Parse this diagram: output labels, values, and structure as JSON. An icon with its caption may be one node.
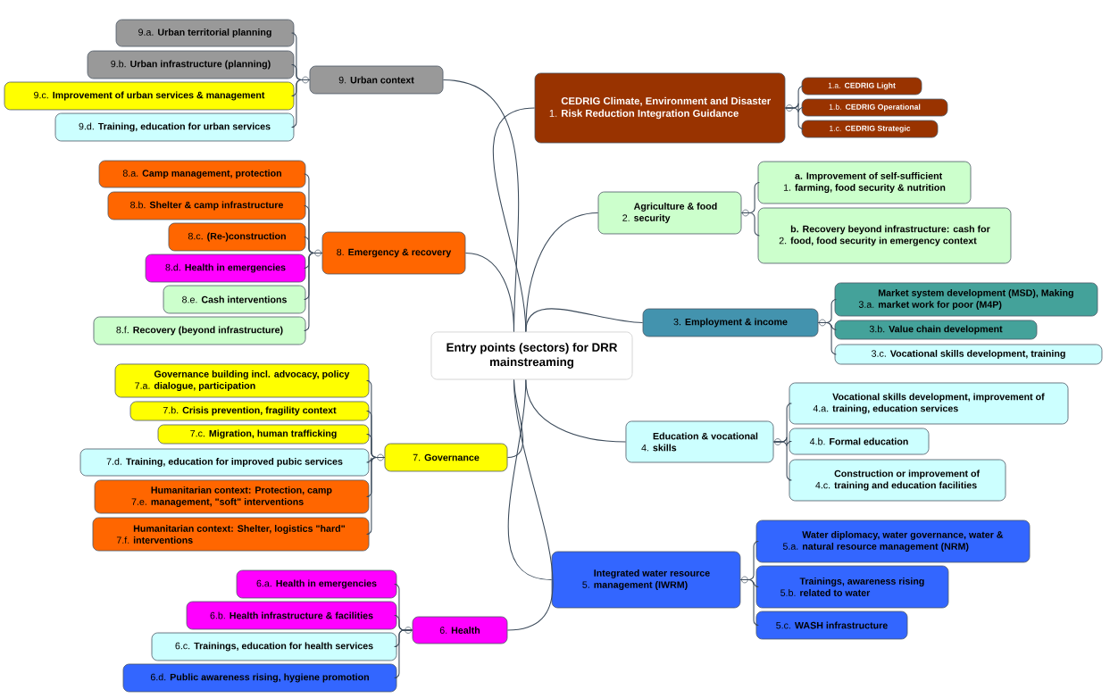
{
  "diagram": {
    "nodes": [
      {
        "text": [
          "Entry points (sectors) for DRR mainstreaming"
        ]
      },
      {
        "text": [
          "1.",
          "CEDRIG Climate, Environment and Disaster Risk Reduction Integration Guidance"
        ]
      },
      {
        "text": [
          "1.a.",
          "CEDRIG Light"
        ]
      },
      {
        "text": [
          "1.b.",
          "CEDRIG Operational"
        ]
      },
      {
        "text": [
          "1.c.",
          "CEDRIG Strategic"
        ]
      },
      {
        "text": [
          "2.",
          "Agriculture & food security"
        ]
      },
      {
        "text": [
          "1.",
          "a. Improvement of self-sufficient farming, food security & nutrition"
        ]
      },
      {
        "text": [
          "2.",
          "b. Recovery beyond infrastructure: cash for food, food security in emergency context"
        ]
      },
      {
        "text": [
          "3.",
          "Employment & income"
        ]
      },
      {
        "text": [
          "3.a.",
          "Market system development (MSD), Making market work for poor (M4P)"
        ]
      },
      {
        "text": [
          "3.b.",
          "Value chain development"
        ]
      },
      {
        "text": [
          "3.c.",
          "Vocational skills development, training"
        ]
      },
      {
        "text": [
          "4.",
          "Education & vocational skills"
        ]
      },
      {
        "text": [
          "4.a.",
          "Vocational skills development, improvement of training, education services"
        ]
      },
      {
        "text": [
          "4.b.",
          "Formal education"
        ]
      },
      {
        "text": [
          "4.c.",
          "Construction or improvement of training and education facilities"
        ]
      },
      {
        "text": [
          "5.",
          "Integrated water resource management (IWRM)"
        ]
      },
      {
        "text": [
          "5.a.",
          "Water diplomacy, water governance, water & natural resource management (NRM)"
        ]
      },
      {
        "text": [
          "5.b.",
          "Trainings, awareness rising related to water"
        ]
      },
      {
        "text": [
          "5.c.",
          "WASH infrastructure"
        ]
      },
      {
        "text": [
          "6.",
          "Health"
        ]
      },
      {
        "text": [
          "6.a.",
          "Health in emergencies"
        ]
      },
      {
        "text": [
          "6.b.",
          "Health infrastructure & facilities"
        ]
      },
      {
        "text": [
          "6.c.",
          "Trainings, education for health services"
        ]
      },
      {
        "text": [
          "6.d.",
          "Public awareness rising, hygiene promotion"
        ]
      },
      {
        "text": [
          "7.",
          "Governance"
        ]
      },
      {
        "text": [
          "7.a.",
          "Governance building incl. advocacy, policy dialogue, participation"
        ]
      },
      {
        "text": [
          "7.b.",
          "Crisis prevention, fragility context"
        ]
      },
      {
        "text": [
          "7.c.",
          "Migration, human trafficking"
        ]
      },
      {
        "text": [
          "7.d.",
          "Training, education for improved pubic services"
        ]
      },
      {
        "text": [
          "7.e.",
          "Humanitarian context: Protection, camp management, \"soft\" interventions"
        ]
      },
      {
        "text": [
          "7.f.",
          "Humanitarian context: Shelter, logistics \"hard\" interventions"
        ]
      },
      {
        "text": [
          "8.",
          "Emergency & recovery"
        ]
      },
      {
        "text": [
          "8.a.",
          "Camp management, protection"
        ]
      },
      {
        "text": [
          "8.b.",
          "Shelter & camp infrastructure"
        ]
      },
      {
        "text": [
          "8.c.",
          "(Re-)construction"
        ]
      },
      {
        "text": [
          "8.d.",
          "Health in emergencies"
        ]
      },
      {
        "text": [
          "8.e.",
          "Cash interventions"
        ]
      },
      {
        "text": [
          "8.f.",
          "Recovery (beyond infrastructure)"
        ]
      },
      {
        "text": [
          "9.",
          "Urban context"
        ]
      },
      {
        "text": [
          "9.a.",
          "Urban territorial planning"
        ]
      },
      {
        "text": [
          "9.b.",
          "Urban infrastructure (planning)"
        ]
      },
      {
        "text": [
          "9.c.",
          "Improvement of urban services & management"
        ]
      },
      {
        "text": [
          "9.d.",
          "Training, education for urban services"
        ]
      }
    ],
    "edges": [
      {
        "from": 0,
        "to": 1,
        "arrow": "none"
      },
      {
        "from": 1,
        "to": 2,
        "arrow": "none"
      },
      {
        "from": 1,
        "to": 3,
        "arrow": "none"
      },
      {
        "from": 1,
        "to": 4,
        "arrow": "none"
      },
      {
        "from": 0,
        "to": 5,
        "arrow": "none"
      },
      {
        "from": 5,
        "to": 6,
        "arrow": "none"
      },
      {
        "from": 5,
        "to": 7,
        "arrow": "none"
      },
      {
        "from": 0,
        "to": 8,
        "arrow": "none"
      },
      {
        "from": 8,
        "to": 9,
        "arrow": "none"
      },
      {
        "from": 8,
        "to": 10,
        "arrow": "none"
      },
      {
        "from": 8,
        "to": 11,
        "arrow": "none"
      },
      {
        "from": 0,
        "to": 12,
        "arrow": "none"
      },
      {
        "from": 12,
        "to": 13,
        "arrow": "none"
      },
      {
        "from": 12,
        "to": 14,
        "arrow": "none"
      },
      {
        "from": 12,
        "to": 15,
        "arrow": "none"
      },
      {
        "from": 0,
        "to": 16,
        "arrow": "none"
      },
      {
        "from": 16,
        "to": 17,
        "arrow": "none"
      },
      {
        "from": 16,
        "to": 18,
        "arrow": "none"
      },
      {
        "from": 16,
        "to": 19,
        "arrow": "none"
      },
      {
        "from": 0,
        "to": 20,
        "arrow": "none"
      },
      {
        "from": 20,
        "to": 21,
        "arrow": "none"
      },
      {
        "from": 20,
        "to": 22,
        "arrow": "none"
      },
      {
        "from": 20,
        "to": 23,
        "arrow": "none"
      },
      {
        "from": 20,
        "to": 24,
        "arrow": "none"
      },
      {
        "from": 0,
        "to": 25,
        "arrow": "none"
      },
      {
        "from": 25,
        "to": 26,
        "arrow": "none"
      },
      {
        "from": 25,
        "to": 27,
        "arrow": "none"
      },
      {
        "from": 25,
        "to": 28,
        "arrow": "none"
      },
      {
        "from": 25,
        "to": 29,
        "arrow": "none"
      },
      {
        "from": 25,
        "to": 30,
        "arrow": "none"
      },
      {
        "from": 25,
        "to": 31,
        "arrow": "none"
      },
      {
        "from": 0,
        "to": 32,
        "arrow": "none"
      },
      {
        "from": 32,
        "to": 33,
        "arrow": "none"
      },
      {
        "from": 32,
        "to": 34,
        "arrow": "none"
      },
      {
        "from": 32,
        "to": 35,
        "arrow": "none"
      },
      {
        "from": 32,
        "to": 36,
        "arrow": "none"
      },
      {
        "from": 32,
        "to": 37,
        "arrow": "none"
      },
      {
        "from": 32,
        "to": 38,
        "arrow": "none"
      },
      {
        "from": 0,
        "to": 39,
        "arrow": "none"
      },
      {
        "from": 39,
        "to": 40,
        "arrow": "none"
      },
      {
        "from": 39,
        "to": 41,
        "arrow": "none"
      },
      {
        "from": 39,
        "to": 42,
        "arrow": "none"
      },
      {
        "from": 39,
        "to": 43,
        "arrow": "none"
      }
    ]
  }
}
